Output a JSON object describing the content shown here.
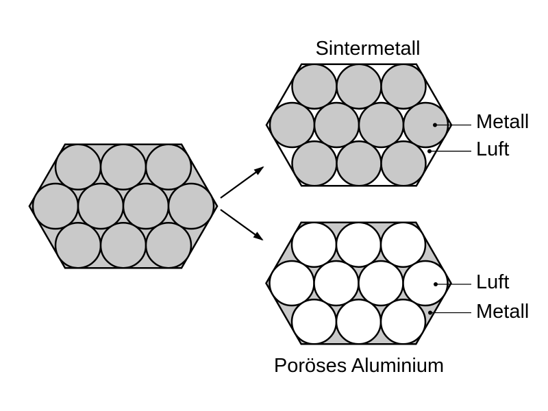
{
  "colors": {
    "metal": "#c9c9c9",
    "air": "#ffffff",
    "outline": "#000000",
    "text": "#000000",
    "background": "#ffffff"
  },
  "sintermetall": {
    "title": "Sintermetall",
    "callouts": [
      {
        "label": "Metall",
        "dot_on": "circle"
      },
      {
        "label": "Luft",
        "dot_on": "gap"
      }
    ]
  },
  "poroeses_aluminium": {
    "title": "Poröses Aluminium",
    "callouts": [
      {
        "label": "Luft",
        "dot_on": "circle"
      },
      {
        "label": "Metall",
        "dot_on": "gap"
      }
    ]
  }
}
